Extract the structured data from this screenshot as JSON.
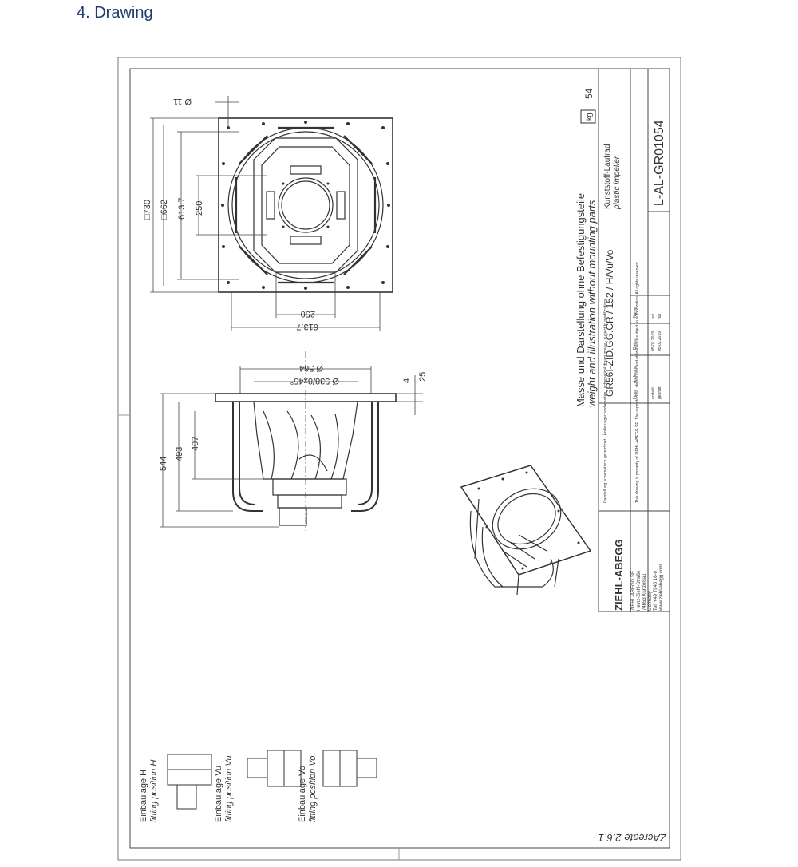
{
  "page": {
    "heading": "4.  Drawing"
  },
  "drawing": {
    "top_view": {
      "dim_hole": "Ø 11",
      "dim_730": "□730",
      "dim_662": "□662",
      "dim_613_7_v": "613.7",
      "dim_250_v": "250",
      "dim_250_h": "250",
      "dim_613_7_h": "613.7"
    },
    "side_view": {
      "dim_564": "Ø 564",
      "dim_538": "Ø 538/8x45°",
      "dim_4": "4",
      "dim_25": "25",
      "dim_544": "544",
      "dim_493": "493",
      "dim_407": "407"
    },
    "notes": {
      "de": "Masse und Darstellung ohne Befestigungsteile",
      "en": "weight and illustration without mounting parts"
    },
    "weight": {
      "kg_label": "kg",
      "value": "54"
    },
    "title_block": {
      "designation": "GR56I-ZID.GG.CR / 152 / H/Vu/Vo",
      "material_de": "Kunststoff-Laufrad",
      "material_en": "plastic impeller",
      "drawing_no": "L-AL-GR01054",
      "company": "ZIEHL-ABEGG",
      "address": [
        "ZIEHL-ABEGG SE",
        "Heinz-Ziehl-Straße",
        "74653 Künzelsau",
        "Germany",
        "Tel. +49 7940 16-0",
        "www.ziehl-abegg.com"
      ],
      "property_note": "This drawing is property of ZIEHL-ABEGG SE. The reproduction, distribution and utilization is subject to authorization. All rights reserved.",
      "schematic_note": "Darstellung schematisch gezeichnet - Änderungen vorbehalten - schematical drawn image - subject to modifications",
      "dates": [
        "05.02.2019",
        "05.02.2019"
      ],
      "names": [
        "hut",
        "hut"
      ],
      "table_labels": [
        "Index",
        "Änderung",
        "Datum",
        "Name",
        "erstellt",
        "geprüft"
      ]
    },
    "fitting_positions": [
      {
        "de": "Einbaulage H",
        "en": "fitting position H"
      },
      {
        "de": "Einbaulage Vu",
        "en": "fitting position Vu"
      },
      {
        "de": "Einbaulage Vo",
        "en": "fitting position Vo"
      }
    ],
    "software_stamp": "ZAcreate 2.6.1"
  }
}
